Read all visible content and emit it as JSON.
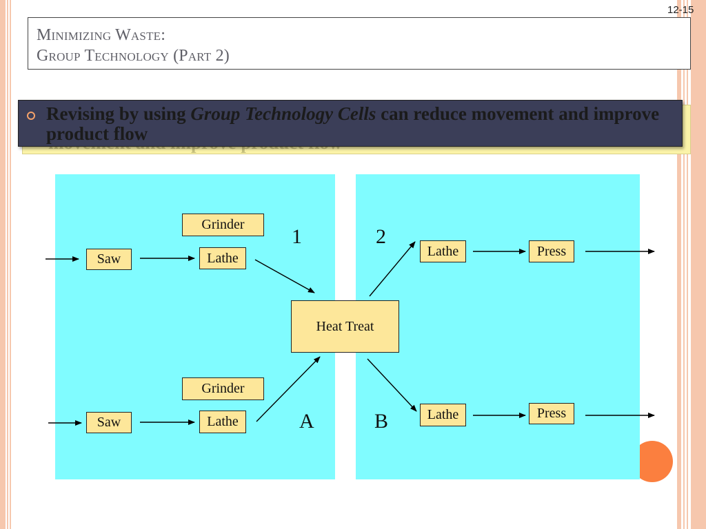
{
  "slide": {
    "number": "12-15",
    "title_line1": "Minimizing Waste:",
    "title_line2": "Group Technology (Part 2)"
  },
  "bullet": {
    "text_before": "Revising by using ",
    "text_italic": "Group Technology Cells",
    "text_after": " can reduce movement and improve product flow",
    "ghost_text": "movement and improve product flow"
  },
  "diagram": {
    "nodes": {
      "grinder_top": "Grinder",
      "saw_top": "Saw",
      "lathe_top": "Lathe",
      "grinder_bottom": "Grinder",
      "saw_bottom": "Saw",
      "lathe_bottom": "Lathe",
      "heat_treat": "Heat Treat",
      "lathe_right_top": "Lathe",
      "press_top": "Press",
      "lathe_right_bottom": "Lathe",
      "press_bottom": "Press"
    },
    "labels": {
      "cell_1": "1",
      "cell_2": "2",
      "cell_a": "A",
      "cell_b": "B"
    },
    "colors": {
      "panel": "#80fcff",
      "node_fill": "#fde79a",
      "banner": "#3b3e58",
      "accent": "#fb7f3f"
    }
  }
}
